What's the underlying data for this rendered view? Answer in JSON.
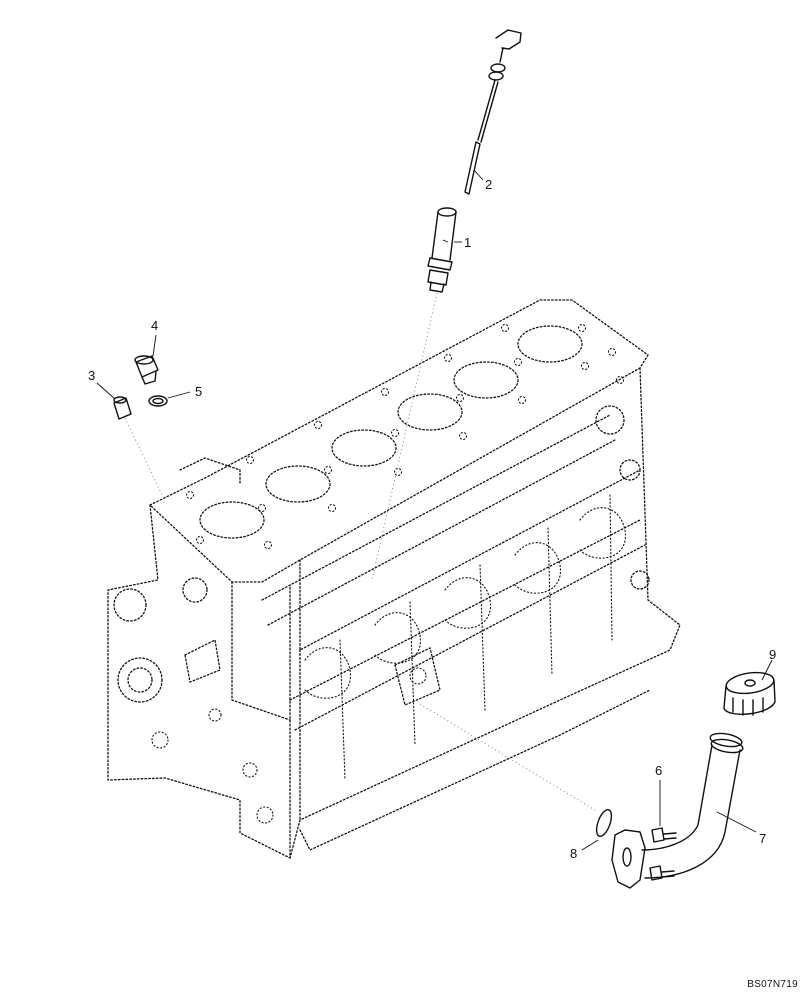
{
  "figure": {
    "code": "BS07N719",
    "callouts": {
      "c1": "1",
      "c2": "2",
      "c3": "3",
      "c4": "4",
      "c5": "5",
      "c6": "6",
      "c7": "7",
      "c8": "8",
      "c9": "9"
    }
  }
}
